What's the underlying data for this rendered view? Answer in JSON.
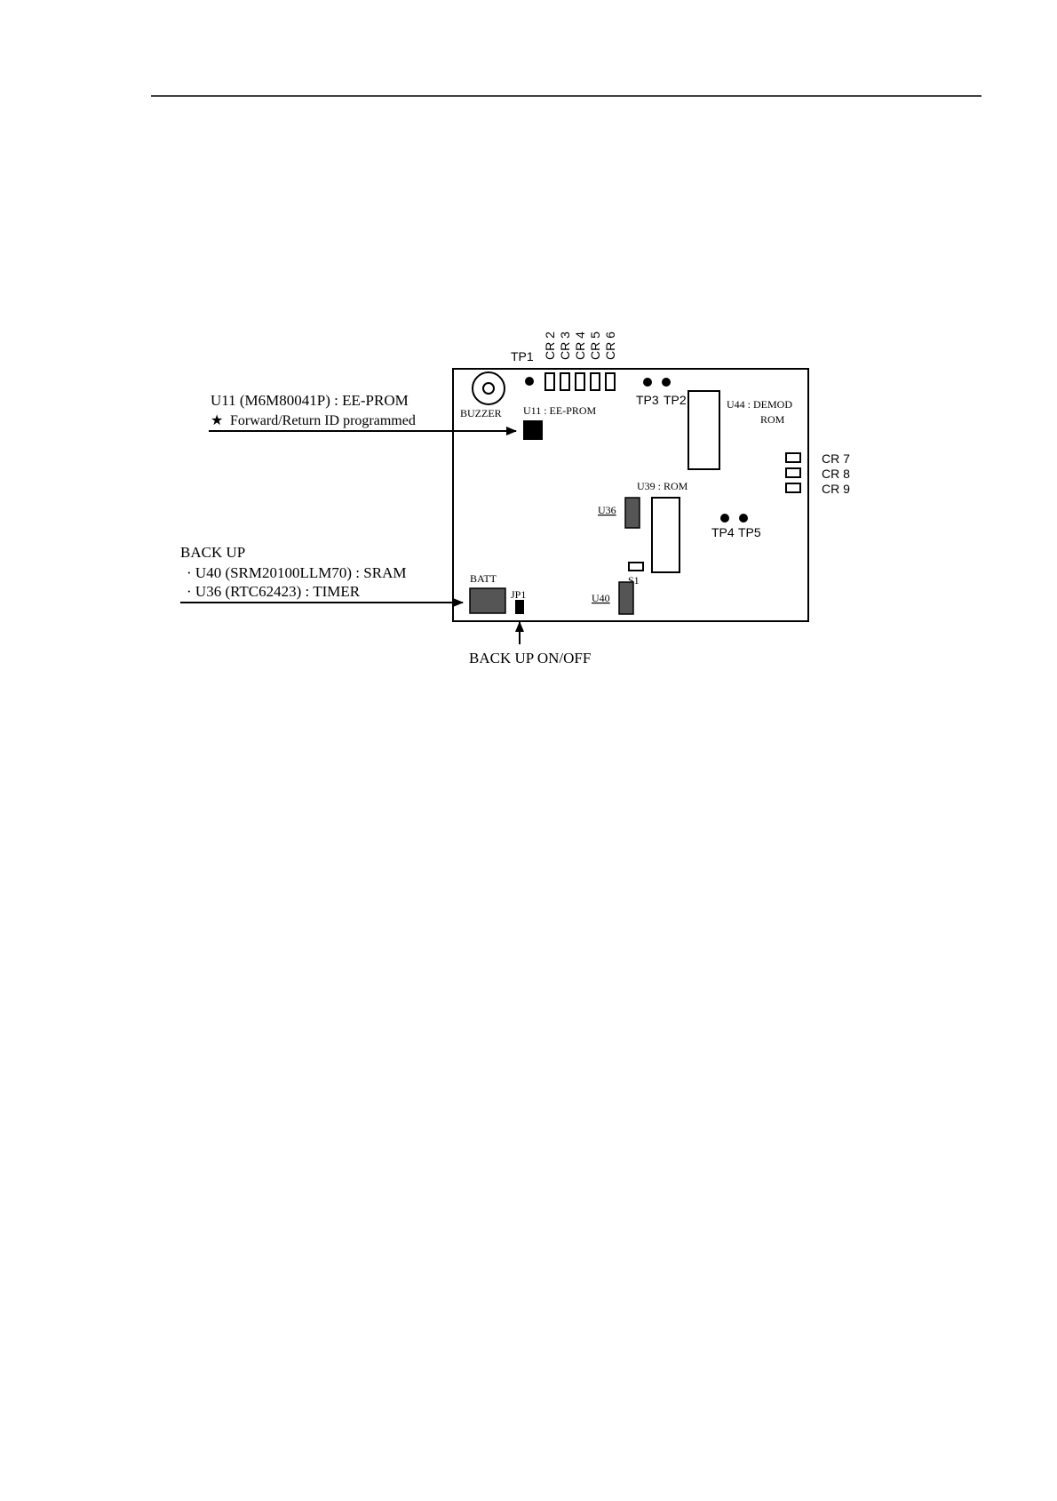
{
  "colors": {
    "ink": "#000000",
    "paper": "#ffffff",
    "chip_fill_gray": "#555555"
  },
  "labels": {
    "u11_title": "U11 (M6M80041P) : EE-PROM",
    "star_glyph": "★",
    "u11_note": "Forward/Return ID programmed",
    "backup_title": "BACK UP",
    "backup_item1": "· U40 (SRM20100LLM70) : SRAM",
    "backup_item2": "· U36 (RTC62423) : TIMER",
    "backup_onoff": "BACK UP ON/OFF"
  },
  "board": {
    "tp1": "TP1",
    "cr2": "CR 2",
    "cr3": "CR 3",
    "cr4": "CR 4",
    "cr5": "CR 5",
    "cr6": "CR 6",
    "tp3": "TP3",
    "tp2": "TP2",
    "u44_line1": "U44 : DEMOD",
    "u44_line2": "ROM",
    "buzzer": "BUZZER",
    "u11_chip": "U11 : EE-PROM",
    "cr7": "CR 7",
    "cr8": "CR 8",
    "cr9": "CR 9",
    "u39": "U39 : ROM",
    "u36": "U36",
    "tp4": "TP4",
    "tp5": "TP5",
    "s1": "S1",
    "batt": "BATT",
    "jp1": "JP1",
    "u40": "U40"
  }
}
